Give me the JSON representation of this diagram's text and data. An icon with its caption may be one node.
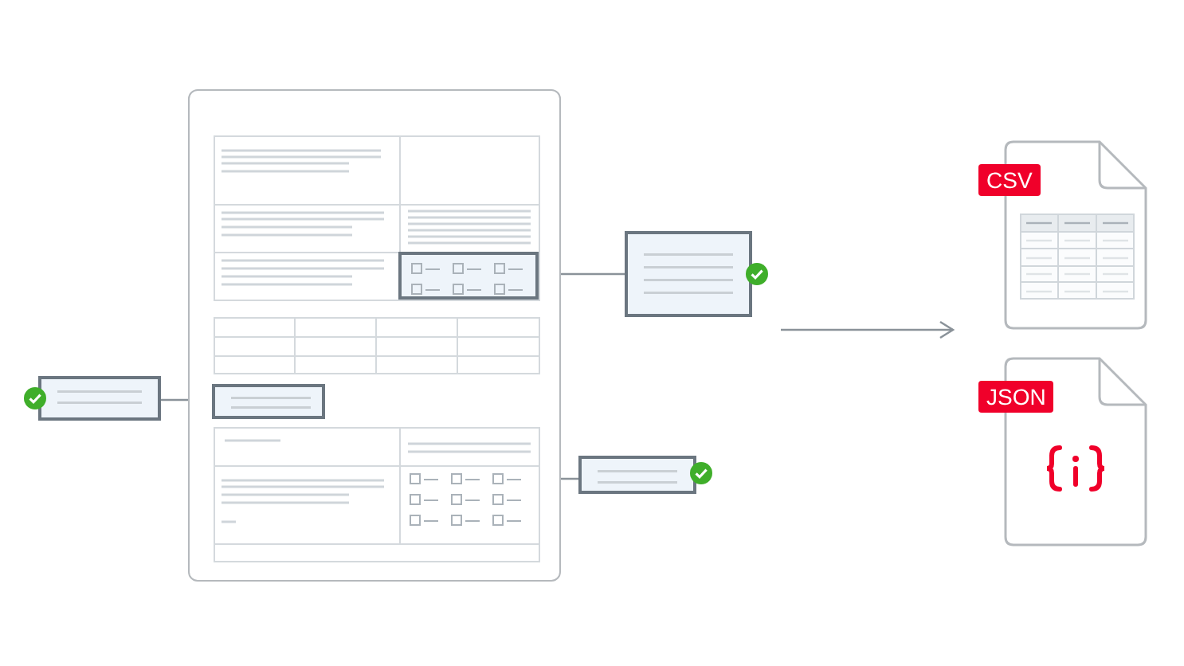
{
  "diagram": {
    "nodes": [
      {
        "text": [],
        "shape": "picture"
      },
      {
        "text": [],
        "shape": "box",
        "in": 0
      },
      {
        "text": [],
        "shape": "box"
      },
      {
        "text": [],
        "shape": "box",
        "in": 0
      },
      {
        "text": [],
        "shape": "box"
      },
      {
        "text": [],
        "shape": "box",
        "in": 0
      },
      {
        "text": [],
        "shape": "box"
      },
      {
        "text": [
          "CSV"
        ]
      },
      {
        "text": [
          "JSON"
        ]
      }
    ],
    "edges": [
      {
        "from": 1,
        "to": 2,
        "arrow": "none"
      },
      {
        "from": 3,
        "to": 4,
        "arrow": "none"
      },
      {
        "from": 5,
        "to": 6,
        "arrow": "none"
      }
    ]
  }
}
